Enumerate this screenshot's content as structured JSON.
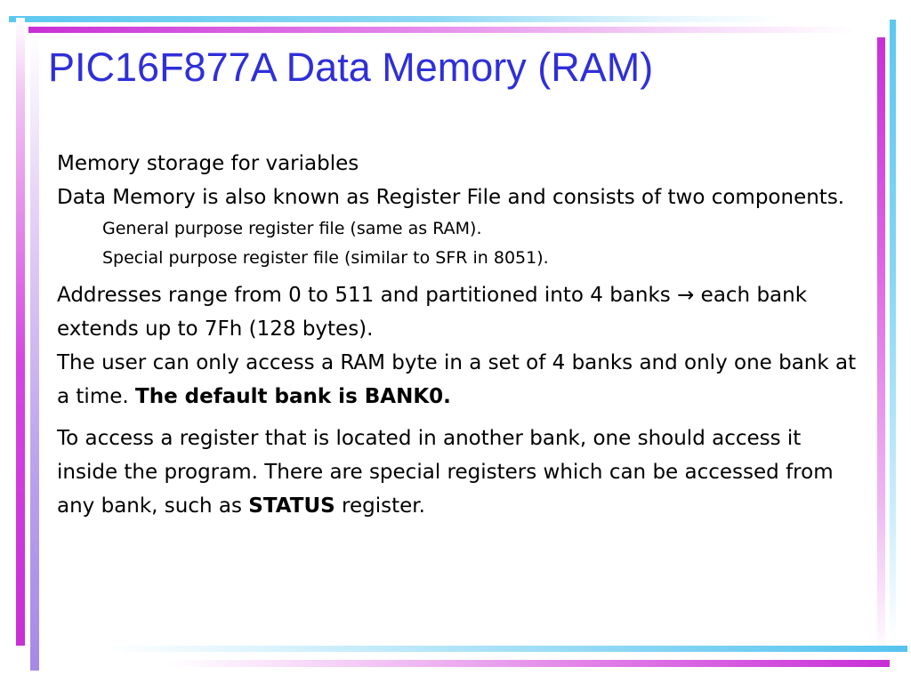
{
  "slide": {
    "title": "PIC16F877A Data Memory (RAM)",
    "line1": "Memory storage for variables",
    "line2": "Data Memory is also known as Register File and consists of two components.",
    "sub1": "General purpose register file (same as RAM).",
    "sub2": "Special purpose register file (similar to SFR in 8051).",
    "para2_a": "Addresses range from 0 to 511 and partitioned into 4 banks ",
    "arrow": "→",
    "para2_b": " each bank extends up to 7Fh (128 bytes).",
    "para3_a": "The user can only access a RAM byte in a set of 4 banks and only one bank at a time. ",
    "para3_bold": "The default bank is BANK0.",
    "para4_a": "To access a register that is located in another bank, one should access it inside the program. There are special registers which can be accessed from any bank, such as ",
    "para4_bold": "STATUS",
    "para4_b": " register."
  },
  "colors": {
    "title": "#2f2fd9",
    "frame_pink": "#c82fd6",
    "frame_cyan": "#5cc8f0",
    "frame_violet": "#a58ae6"
  }
}
